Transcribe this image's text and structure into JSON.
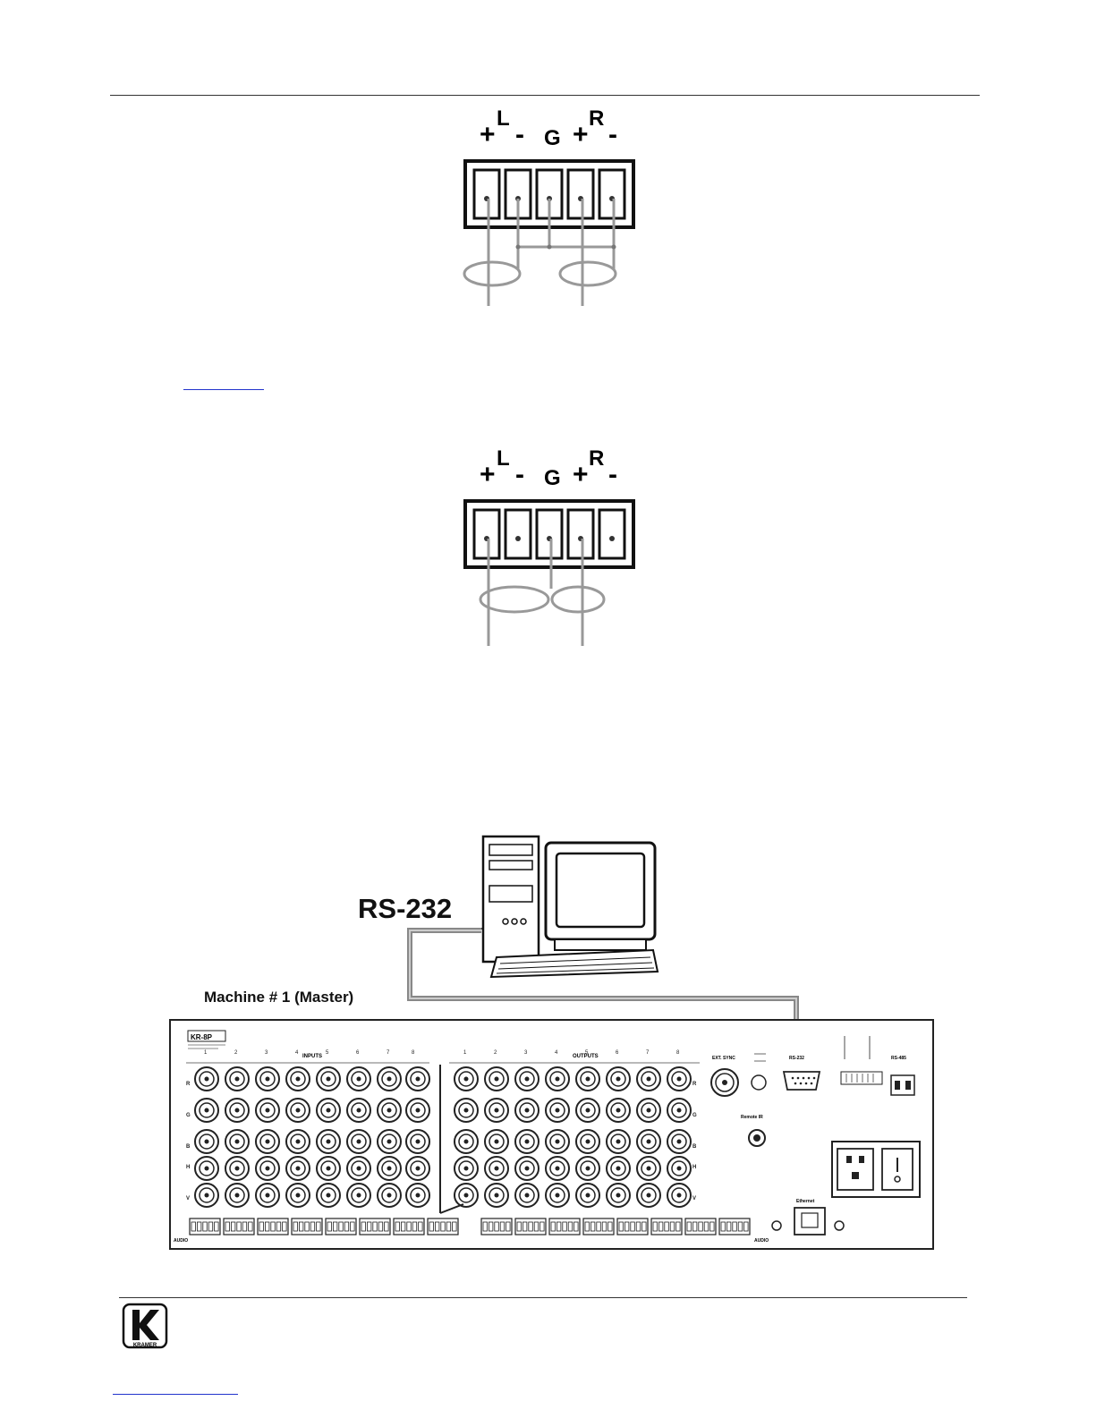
{
  "diagram1": {
    "labels": [
      "+",
      "L",
      "-",
      "G",
      "+",
      "R",
      "-"
    ]
  },
  "diagram2": {
    "labels": [
      "+",
      "L",
      "-",
      "G",
      "+",
      "R",
      "-"
    ]
  },
  "connection": {
    "cable_label": "RS-232",
    "machine_label": "Machine # 1 (Master)"
  },
  "device_panel": {
    "brand_tag": "KR-8P",
    "inputs_label": "INPUTS",
    "outputs_label": "OUTPUTS",
    "column_numbers": [
      "1",
      "2",
      "3",
      "4",
      "5",
      "6",
      "7",
      "8"
    ],
    "row_letters": [
      "R",
      "G",
      "B",
      "H",
      "V"
    ],
    "audio_label": "AUDIO",
    "ext_sync_label": "EXT. SYNC",
    "remote_ir_label": "Remote IR",
    "rs232_label": "RS-232",
    "rs485_label": "RS-485",
    "ethernet_label": "Ethernet"
  },
  "footer": {
    "logo_text": "KRAMER"
  }
}
